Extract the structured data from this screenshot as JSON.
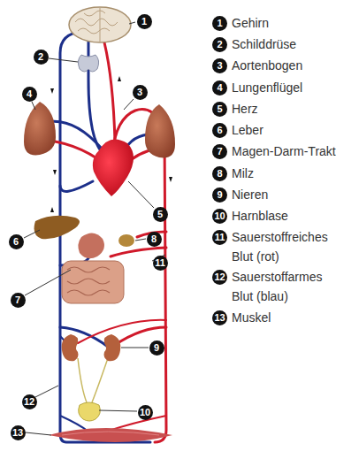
{
  "diagram": {
    "labels": [
      "1",
      "2",
      "3",
      "4",
      "5",
      "6",
      "7",
      "8",
      "9",
      "10",
      "11",
      "12",
      "13",
      "1",
      "Gehirn",
      "2",
      "Schilddrüse",
      "3",
      "Aortenbogen",
      "4",
      "Lungenflügel",
      "5",
      "Herz",
      "6",
      "Leber",
      "7",
      "Magen-Darm-Trakt",
      "8",
      "Milz",
      "9",
      "Nieren",
      "10",
      "Harnblase",
      "11",
      "Sauerstoffreiches Blut (rot)",
      "12",
      "Sauerstoffarmes Blut (blau)",
      "13",
      "Muskel"
    ]
  }
}
